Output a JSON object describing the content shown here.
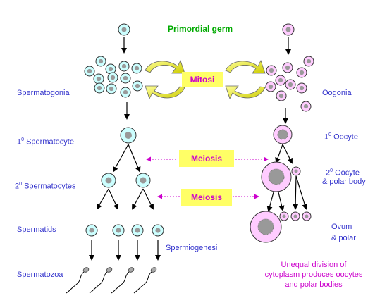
{
  "title": "Primordial germ",
  "boxes": {
    "mitosis": "Mitosi",
    "meiosis1": "Meiosis",
    "meiosis2": "Meiosis"
  },
  "male": {
    "spermatogonia": "Spermatogonia",
    "primary_prefix": "1",
    "primary_sup": "0",
    "primary_name": " Spermatocyte",
    "secondary_prefix": "2",
    "secondary_sup": "0",
    "secondary_name": " Spermatocytes",
    "spermatids": "Spermatids",
    "spermiogenesis": "Spermiogenesi",
    "spermatozoa": "Spermatozoa"
  },
  "female": {
    "oogonia": "Oogonia",
    "primary_prefix": "1",
    "primary_sup": "0",
    "primary_name": " Oocyte",
    "secondary_prefix": "2",
    "secondary_sup": "0",
    "secondary_name": " Oocyte",
    "secondary_line2": "& polar body",
    "ovum_line1": "Ovum",
    "ovum_line2": "& polar",
    "note_line1": "Unequal division of",
    "note_line2": "cytoplasm produces oocytes",
    "note_line3": "and  polar bodies"
  },
  "colors": {
    "male_cell": "#ccffff",
    "female_cell": "#ffccff",
    "nucleus": "#999999",
    "label": "#3333cc",
    "box_bg": "#ffff66",
    "box_text": "#cc00cc",
    "title": "#00aa00"
  }
}
